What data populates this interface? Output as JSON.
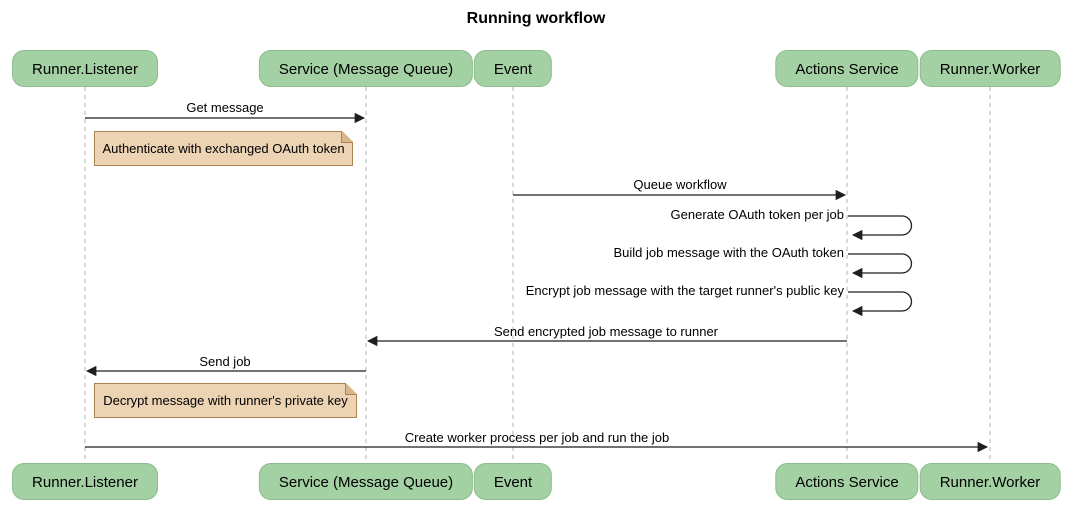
{
  "title": "Running workflow",
  "colors": {
    "actor_fill": "#a3d1a3",
    "actor_border": "#8cbb8c",
    "note_fill": "#ecd3b4",
    "note_border": "#aa8552",
    "message_line": "#1f1f1f",
    "lifeline": "#b3b3b3",
    "text": "#000000"
  },
  "diagram": {
    "type": "sequence",
    "actors": [
      {
        "label": "Runner.Listener"
      },
      {
        "label": "Service (Message Queue)"
      },
      {
        "label": "Event"
      },
      {
        "label": "Actions Service"
      },
      {
        "label": "Runner.Worker"
      }
    ],
    "messages": [
      {
        "label": "Get message",
        "from": "Runner.Listener",
        "to": "Service (Message Queue)",
        "kind": "arrow-right"
      },
      {
        "label": "Queue workflow",
        "from": "Event",
        "to": "Actions Service",
        "kind": "arrow-right"
      },
      {
        "label": "Generate OAuth token per job",
        "from": "Actions Service",
        "to": "Actions Service",
        "kind": "self-loop"
      },
      {
        "label": "Build job message with the OAuth token",
        "from": "Actions Service",
        "to": "Actions Service",
        "kind": "self-loop"
      },
      {
        "label": "Encrypt job message with the target runner's public key",
        "from": "Actions Service",
        "to": "Actions Service",
        "kind": "self-loop"
      },
      {
        "label": "Send encrypted job message to runner",
        "from": "Actions Service",
        "to": "Service (Message Queue)",
        "kind": "arrow-left"
      },
      {
        "label": "Send job",
        "from": "Service (Message Queue)",
        "to": "Runner.Listener",
        "kind": "arrow-left"
      },
      {
        "label": "Create worker process per job and run the job",
        "from": "Runner.Listener",
        "to": "Runner.Worker",
        "kind": "arrow-right"
      }
    ],
    "notes": [
      {
        "label": "Authenticate with exchanged OAuth token",
        "over": "Runner.Listener"
      },
      {
        "label": "Decrypt message with runner's private key",
        "over": "Runner.Listener"
      }
    ]
  }
}
